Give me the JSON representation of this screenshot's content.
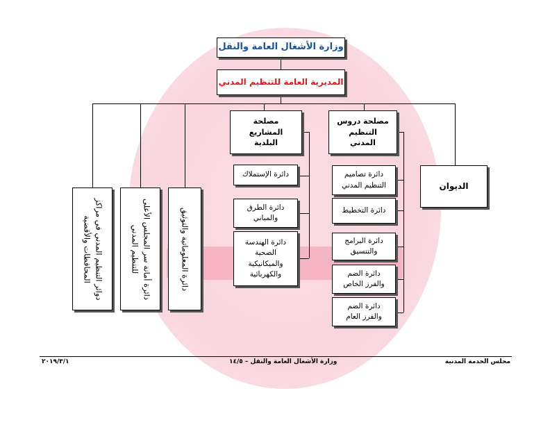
{
  "ministry": "وزارة الأشغال العامة والنقل",
  "directorate": "المديرية العامة للتنظيم المدني",
  "branches": {
    "studies": "مصلحة دروس التنظيم المدني",
    "projects": "مصلحة المشاريع البلدية",
    "diwan": "الديوان"
  },
  "studies_depts": [
    "دائرة تصاميم التنظيم المدني",
    "دائرة التخطيط",
    "دائرة البرامج والتنسيق",
    "دائرة الضم والفرز الخاص",
    "دائرة الضم والفرز العام"
  ],
  "projects_depts": [
    "دائرة الإستملاك",
    "دائرة الطرق والمباني",
    "دائرة الهندسة الصحية والميكانيكية والكهربائية"
  ],
  "vertical_units": [
    "دائرة المعلوماتية والتوثيق",
    "دائرة أمانة سر المجلس الأعلى للتنظيم المدني",
    "دوائر التنظيم المدني في مراكز المحافظات والأقضية"
  ],
  "footer": {
    "right": "مجلس الخدمة المدنية",
    "center": "وزارة الأشغال العامة والنقل – ١٤/٥",
    "left": "٢٠١٩/٣/١"
  },
  "colors": {
    "title": "#1a52a0",
    "directorate": "#e8141e"
  }
}
